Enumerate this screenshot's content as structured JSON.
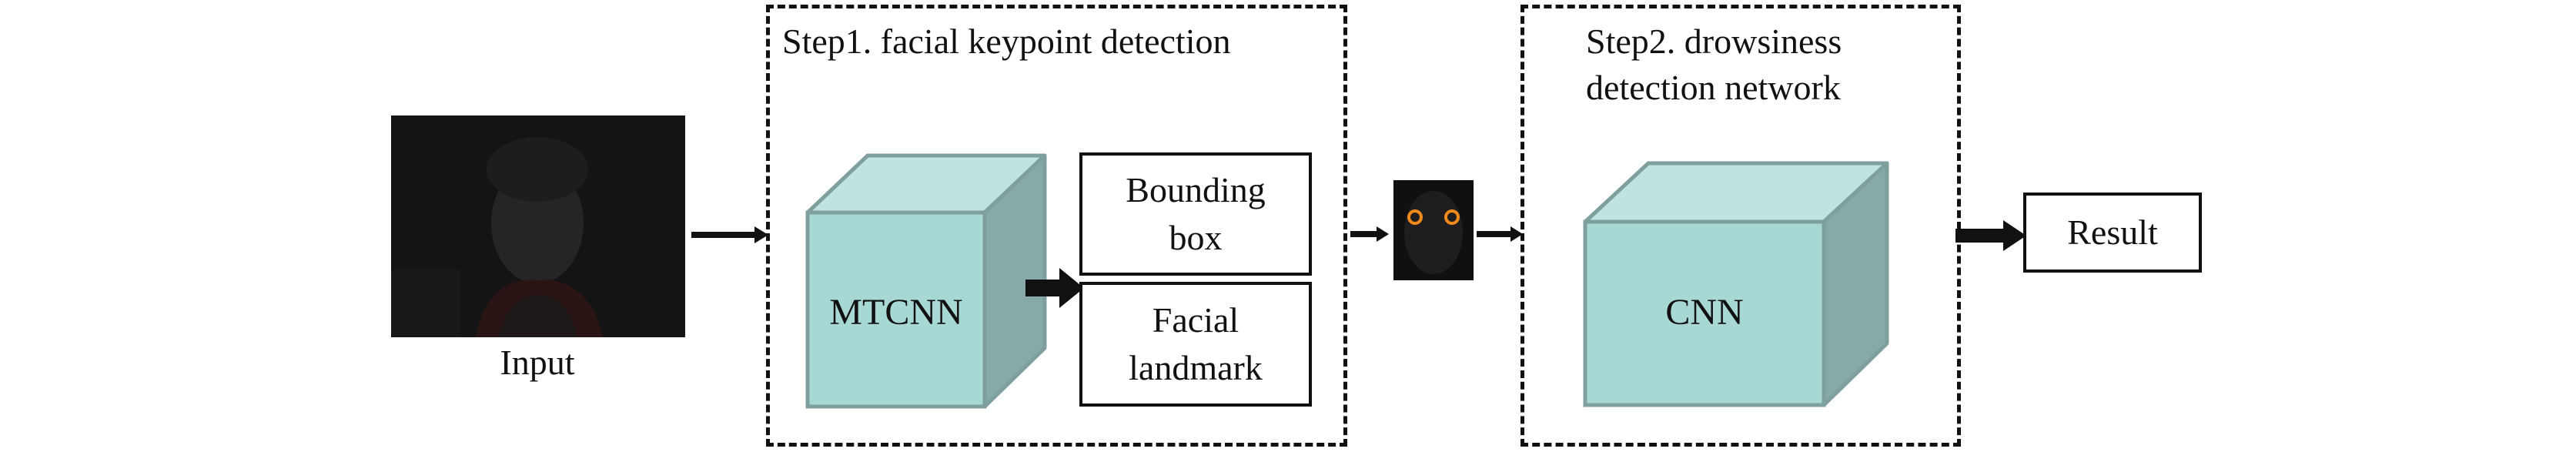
{
  "input": {
    "label": "Input"
  },
  "step1": {
    "title": "Step1. facial keypoint detection",
    "model_label": "MTCNN",
    "outputs": [
      {
        "label_line1": "Bounding",
        "label_line2": "box"
      },
      {
        "label_line1": "Facial",
        "label_line2": "landmark"
      }
    ]
  },
  "step2": {
    "title_line1": "Step2. drowsiness",
    "title_line2": "detection network",
    "model_label": "CNN"
  },
  "result": {
    "label": "Result"
  },
  "colors": {
    "cube_front": "#a8d8d4",
    "cube_top": "#c0e3df",
    "cube_side": "#86aaa8",
    "cube_edge": "#7f9f9d",
    "landmark_ring": "#f08a1a"
  },
  "icons": {
    "input_image": "face-photo-icon",
    "face_crop": "face-crop-icon"
  }
}
